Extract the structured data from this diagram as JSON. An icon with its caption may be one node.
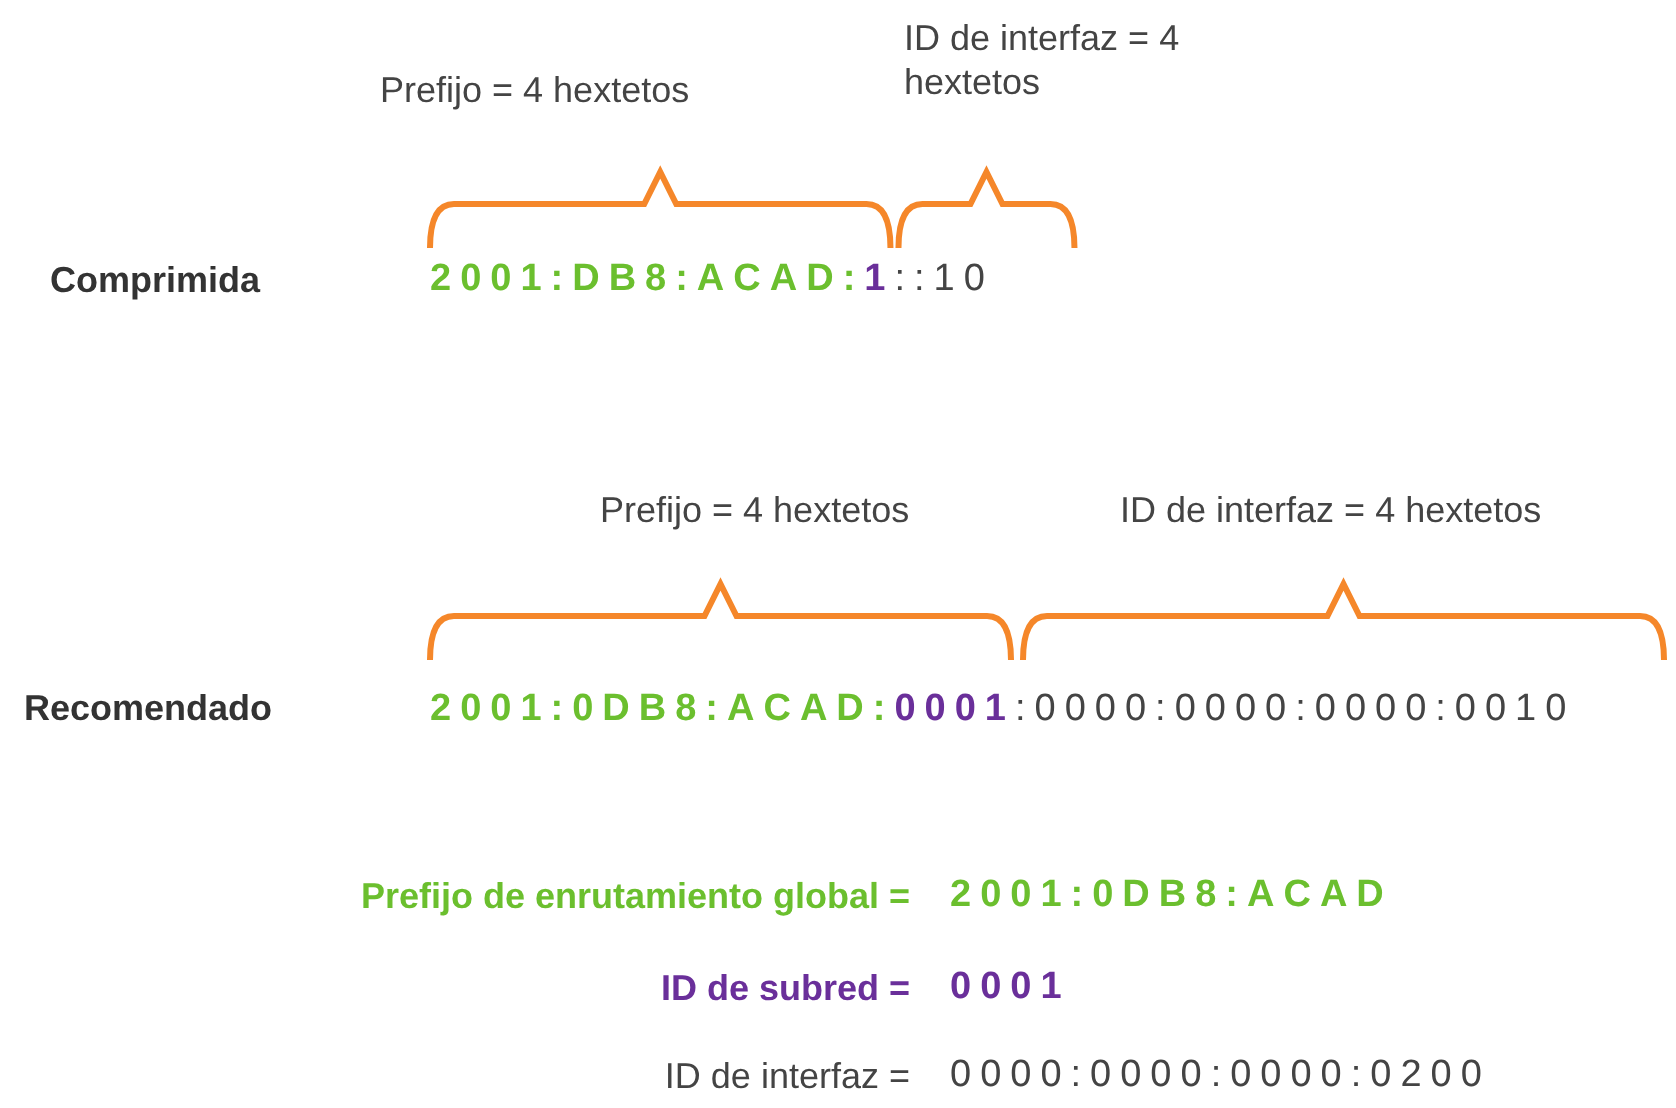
{
  "diagram": {
    "labels": [
      "ID de interfaz = 4 hextetos",
      "Prefijo = 4 hextetos",
      "Comprimida",
      "2001:DB8:ACAD:",
      "1",
      "::10",
      "Prefijo = 4 hextetos",
      "ID de interfaz = 4 hextetos",
      "Recomendado",
      "2001:0DB8:ACAD:",
      "0001",
      ":0000:0000:0000:0010",
      "Prefijo de enrutamiento global =",
      "2001:0DB8:ACAD",
      "ID de subred =",
      "0001",
      "ID de interfaz =",
      "0000:0000:0000:0200"
    ]
  }
}
